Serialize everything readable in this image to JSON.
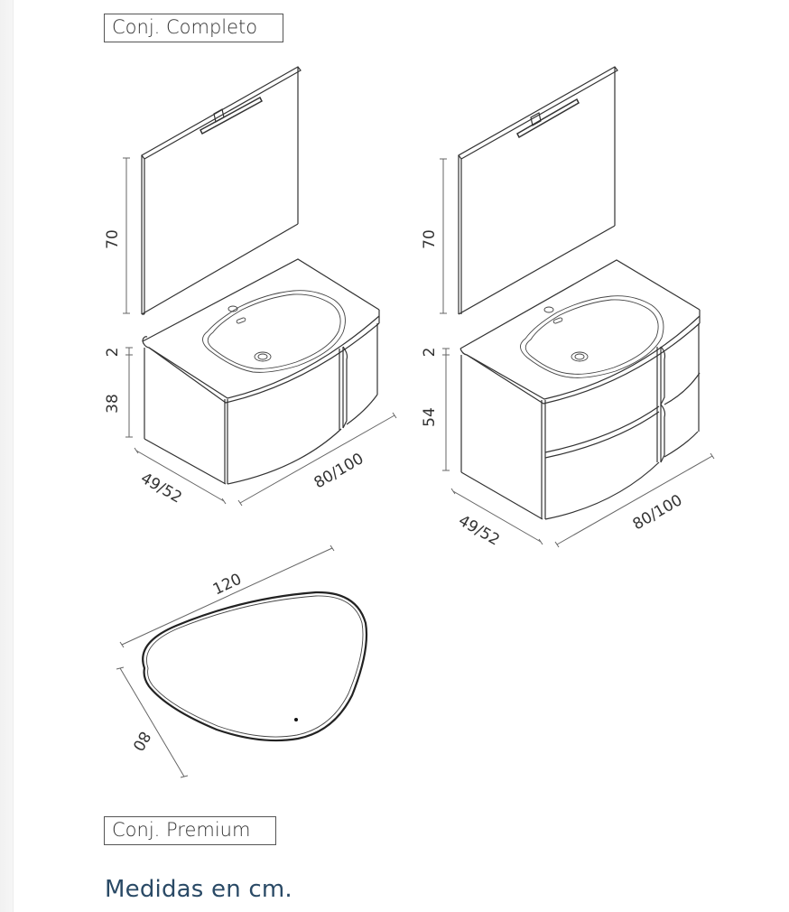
{
  "labels": {
    "set_complete": "Conj. Completo",
    "set_premium": "Conj. Premium",
    "units_note": "Medidas en cm."
  },
  "drawing_1": {
    "description": "Vanity with single-door/drawer cabinet, rectangular mirror with light",
    "mirror_height": "70",
    "top_thickness": "2",
    "cabinet_height": "38",
    "depth": "49/52",
    "width": "80/100"
  },
  "drawing_2": {
    "description": "Vanity with two-drawer cabinet, rectangular mirror with light",
    "mirror_height": "70",
    "top_thickness": "2",
    "cabinet_height": "54",
    "depth": "49/52",
    "width": "80/100"
  },
  "drawing_3": {
    "description": "Organic pebble-shaped mirror",
    "width": "120",
    "height": "80"
  },
  "colors": {
    "note_text": "#2a4a66",
    "line": "#333333",
    "label_border": "#555555"
  }
}
